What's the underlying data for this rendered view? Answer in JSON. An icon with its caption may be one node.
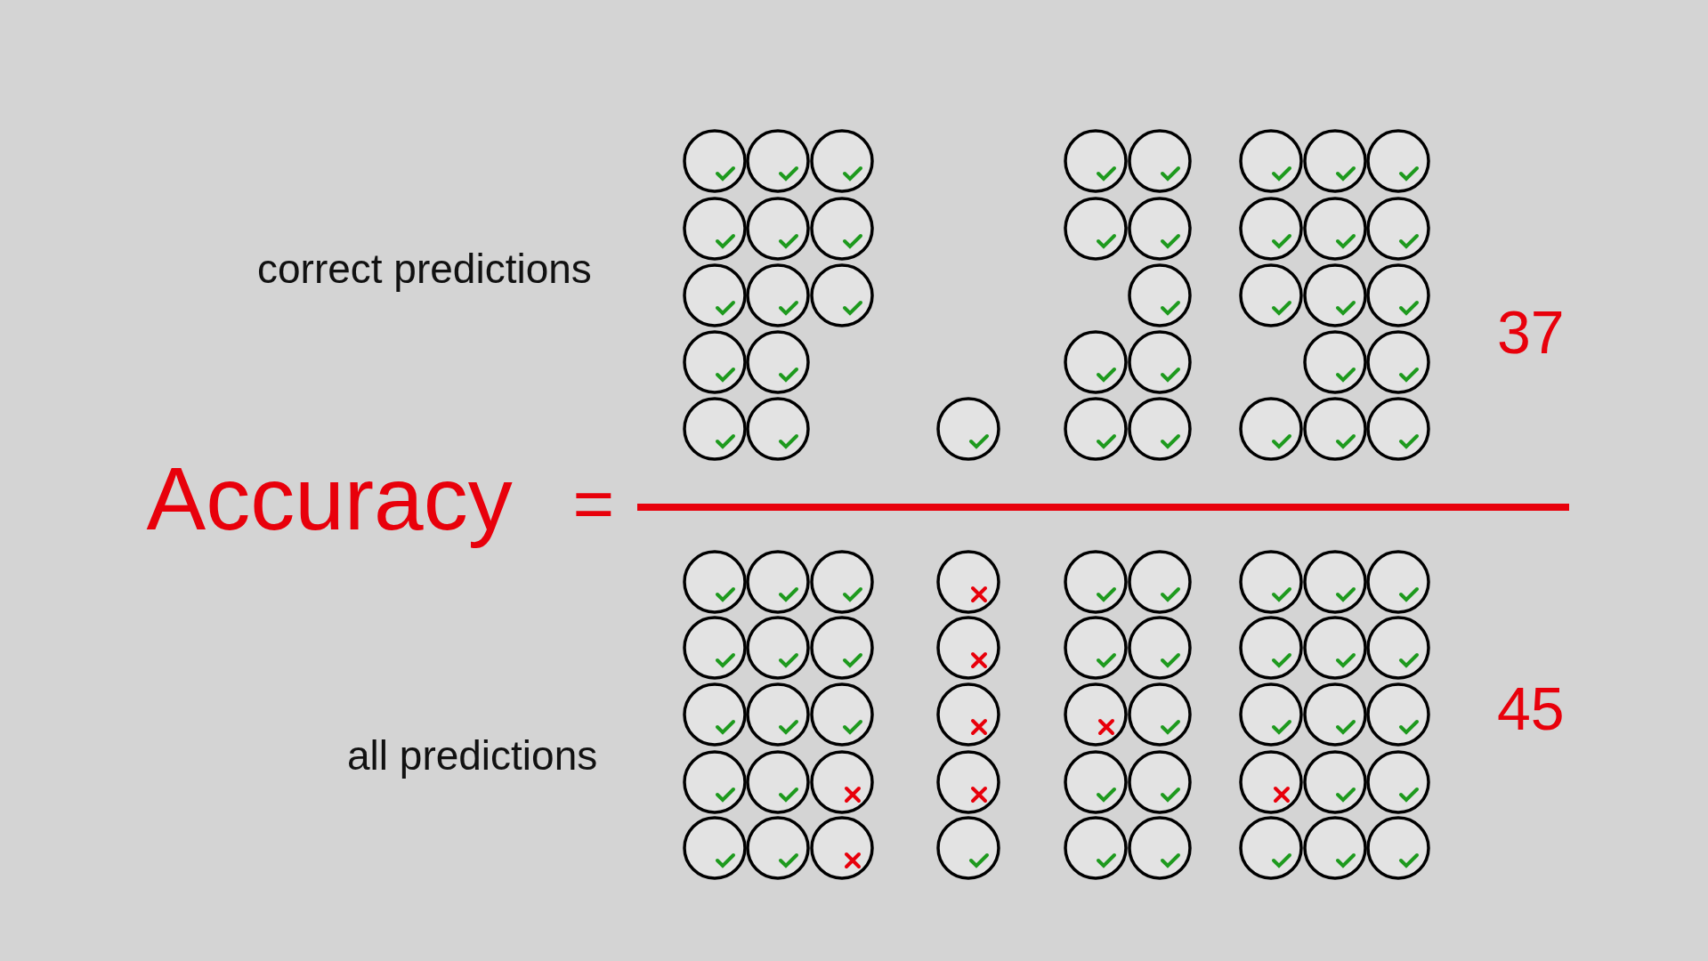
{
  "diagram": {
    "labels": [
      "correct predictions",
      "37",
      "Accuracy",
      "=",
      "all predictions",
      "45"
    ]
  }
}
